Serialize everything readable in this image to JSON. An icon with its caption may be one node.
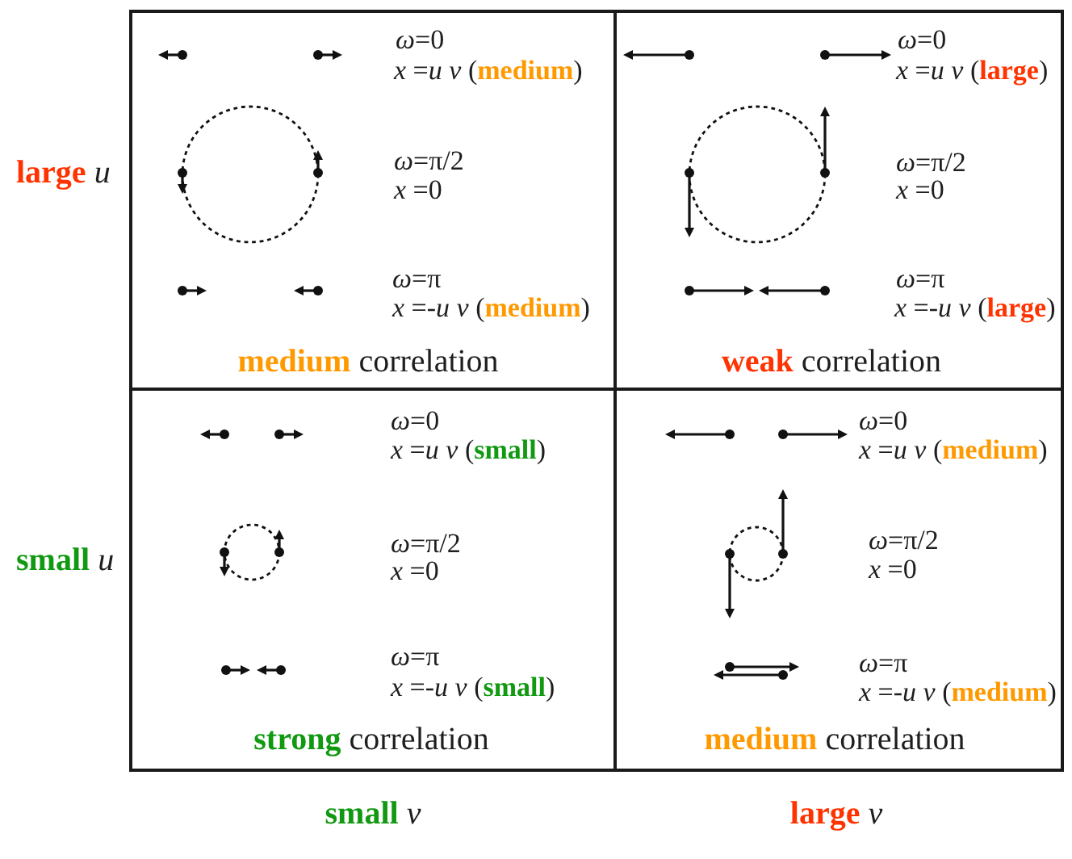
{
  "diagram": {
    "nodes": [
      {
        "text": [
          "*ω*=0",
          "*x* =*u v* (**medium**)",
          "*ω*=π/2",
          "*x* =0",
          "*ω*=π",
          "*x* =-*u v* (**medium**)",
          "**medium** correlation"
        ]
      },
      {
        "text": [
          "*ω*=0",
          "*x* =*u v* (**large**)",
          "*ω*=π/2",
          "*x* =0",
          "*ω*=π",
          "*x* =-*u v* (**large**)",
          "**weak** correlation"
        ]
      },
      {
        "text": [
          "*ω*=0",
          "*x* =*u v* (**small**)",
          "*ω*=π/2",
          "*x* =0",
          "*ω*=π",
          "*x* =-*u v* (**small**)",
          "**strong** correlation"
        ]
      },
      {
        "text": [
          "*ω*=0",
          "*x* =*u v* (**medium**)",
          "*ω*=π/2",
          "*x* =0",
          "*ω*=π",
          "*x* =-*u v* (**medium**)",
          "**medium** correlation"
        ]
      }
    ],
    "labels": [
      "**large** *u*",
      "**small** *u*",
      "**small** *v*",
      "**large** *v*"
    ]
  }
}
